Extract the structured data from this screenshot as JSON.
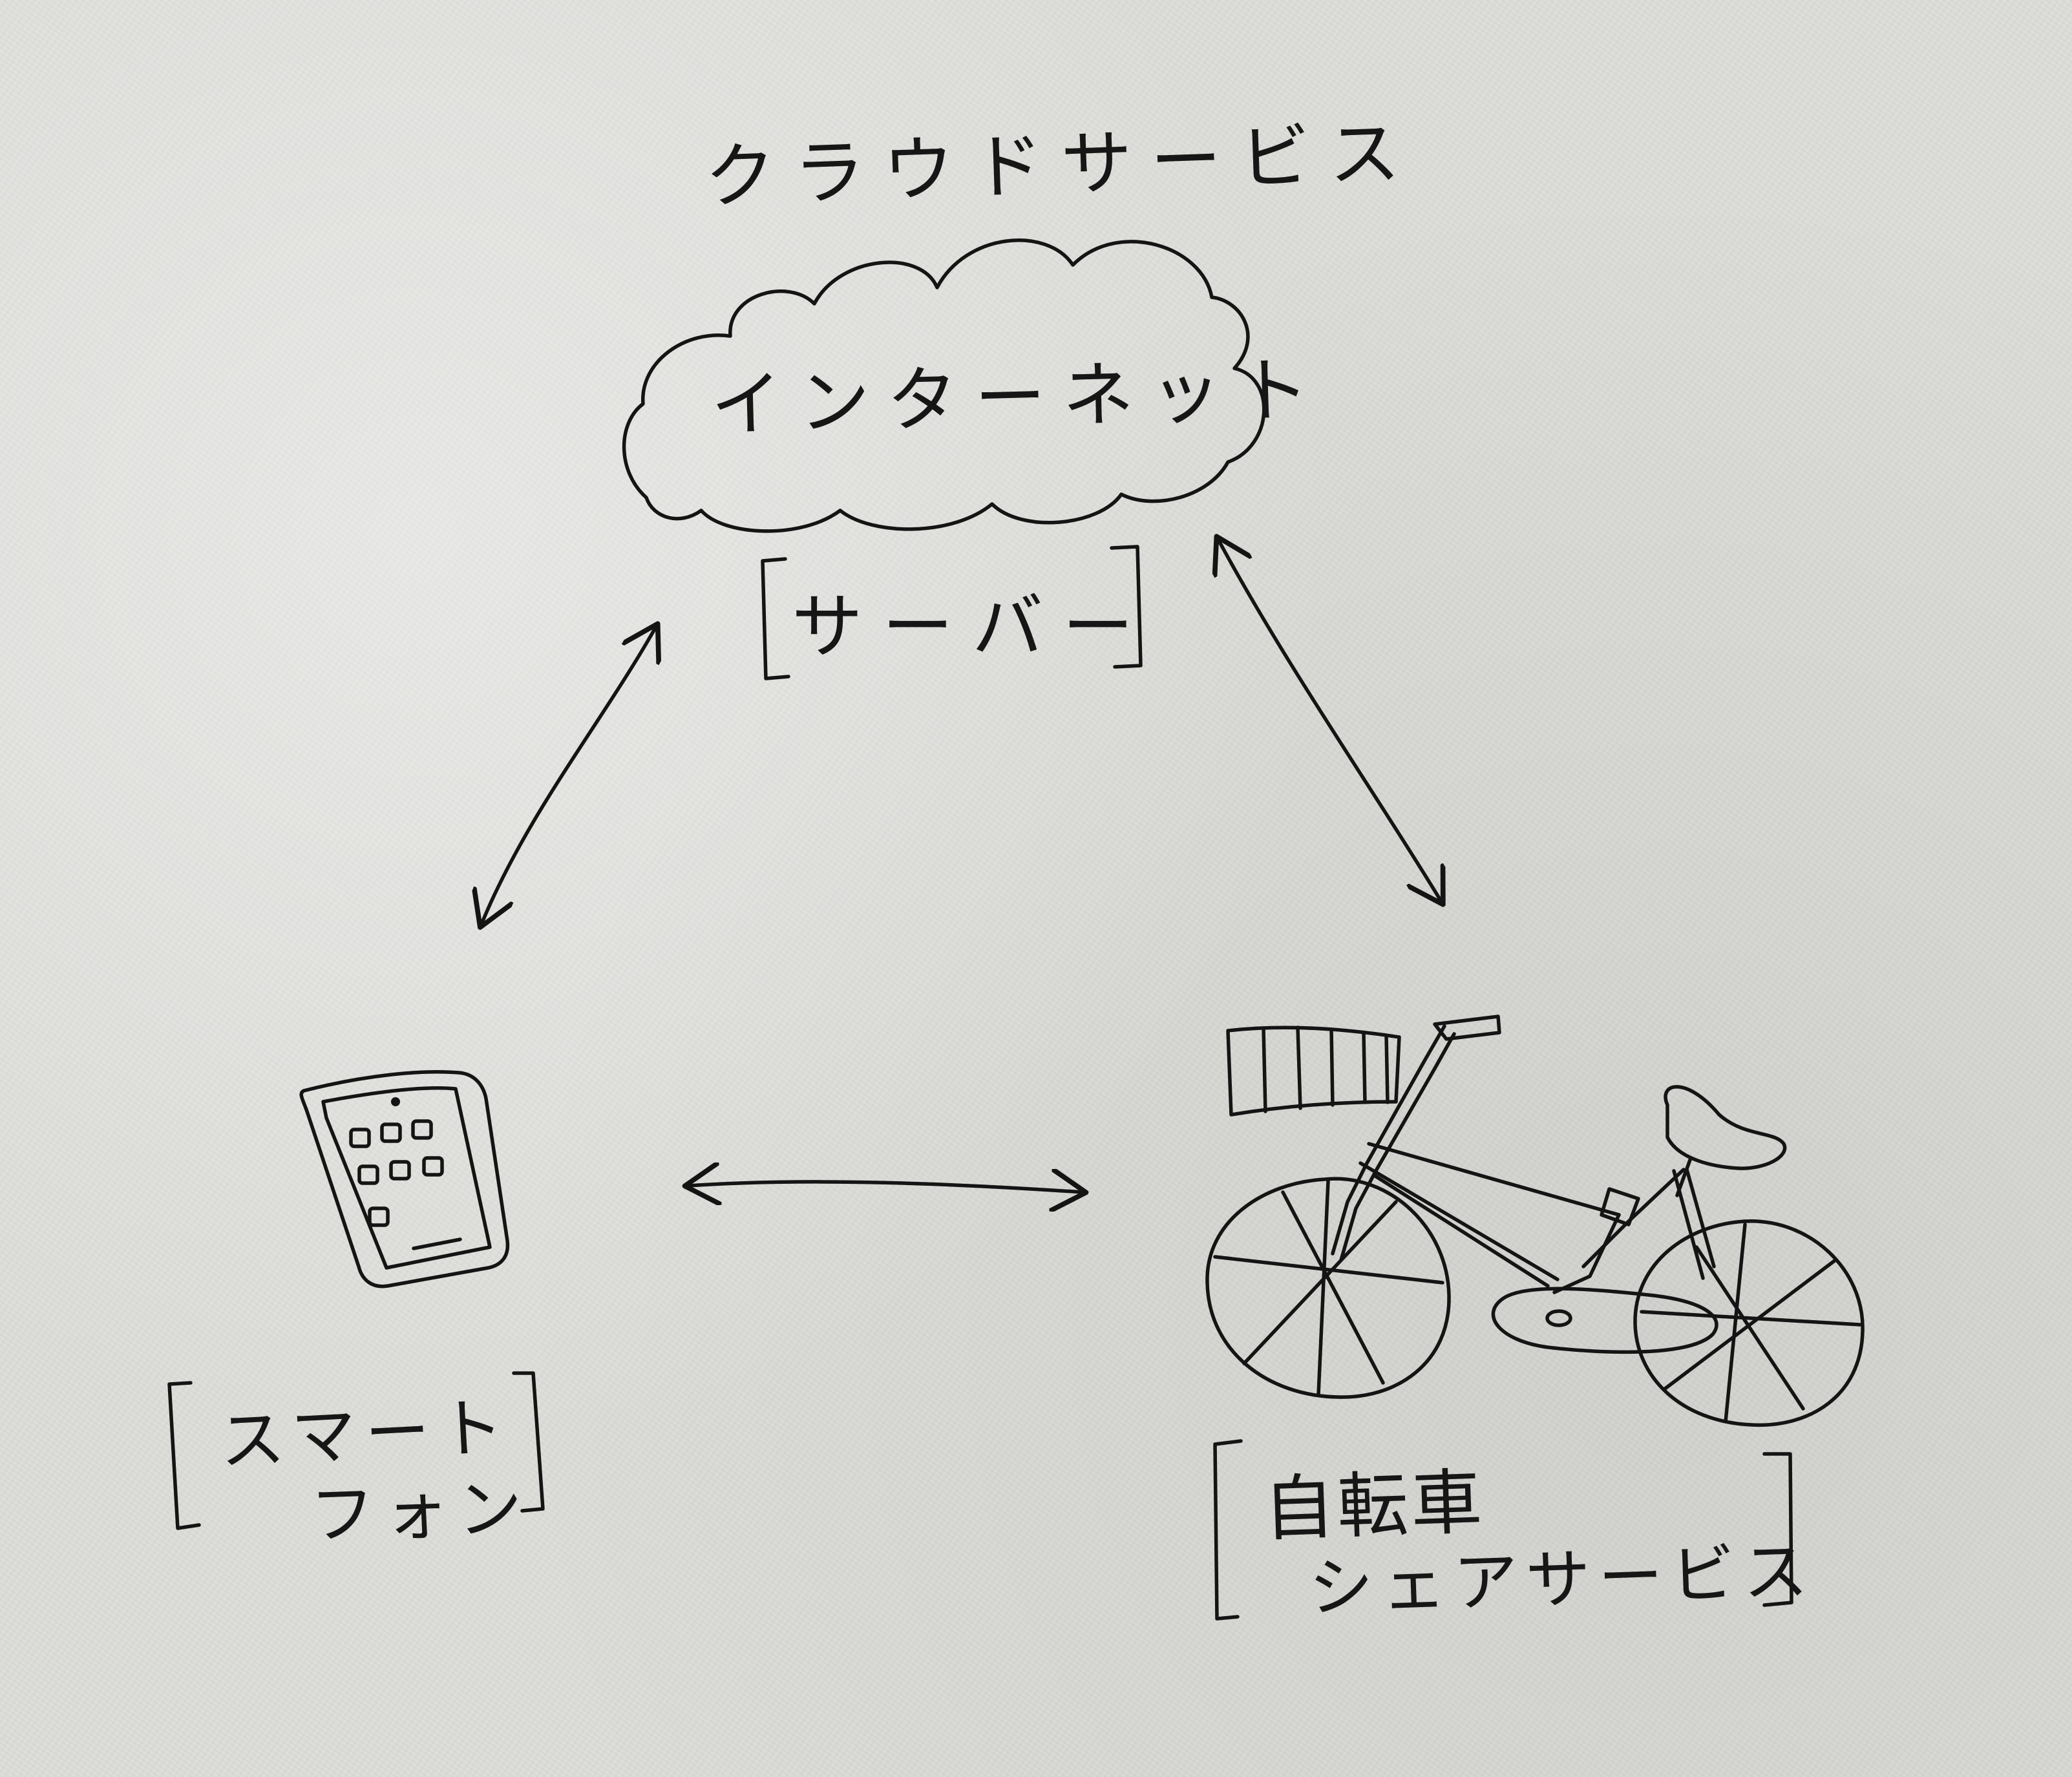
{
  "diagram": {
    "top": {
      "heading": "クラウドサービス",
      "cloud_text": "インターネット",
      "bracket_text": "サーバー"
    },
    "left": {
      "line1": "スマート",
      "line2": "フォン"
    },
    "right": {
      "line1": "自転車",
      "line2": "シェアサービス"
    },
    "connections": [
      {
        "from": "server",
        "to": "smartphone",
        "type": "bidirectional"
      },
      {
        "from": "server",
        "to": "bicycle-share",
        "type": "bidirectional"
      },
      {
        "from": "smartphone",
        "to": "bicycle-share",
        "type": "bidirectional"
      }
    ],
    "icons": [
      "cloud-icon",
      "tablet-icon",
      "bicycle-icon"
    ],
    "colors": {
      "paper": "#dcdcd9",
      "ink": "#141414"
    }
  }
}
